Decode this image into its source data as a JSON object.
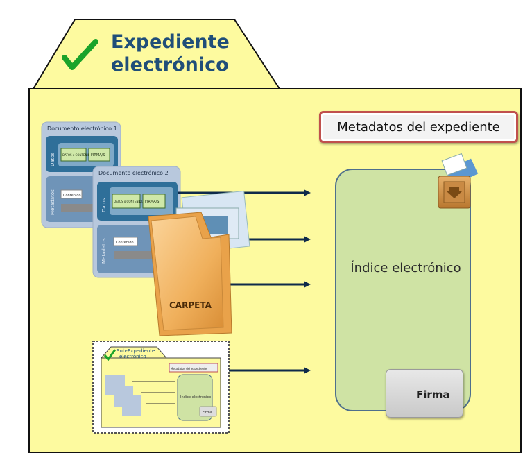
{
  "header": {
    "check_icon": "check-icon",
    "title_line1": "Expediente",
    "title_line2": "electrónico"
  },
  "metadata_box": {
    "label": "Metadatos del expediente"
  },
  "index": {
    "label": "Índice electrónico"
  },
  "signature": {
    "label": "Firma",
    "icon": "padlock-icon"
  },
  "documents": [
    {
      "title": "Documento electrónico 1",
      "data_section": "Datos",
      "metadata_section": "Metadatos",
      "content_label": "DATOS o CONTENIDO",
      "signature_label": "FIRMA/S",
      "contents_label": "Contenido"
    },
    {
      "title": "Documento electrónico 2",
      "data_section": "Datos",
      "metadata_section": "Metadatos",
      "content_label": "DATOS o CONTENIDO",
      "signature_label": "FIRMA/S",
      "contents_label": "Contenido"
    }
  ],
  "folder": {
    "label": "CARPETA"
  },
  "sub_expediente": {
    "title_line1": "Sub-Expediente",
    "title_line2": "electrónico",
    "meta_label": "Metadatos del expediente",
    "index_label": "Índice electrónico",
    "firma_label": "Firma"
  },
  "colors": {
    "folder_fill": "#fdfa9f",
    "index_fill": "#cfe3a4",
    "index_border": "#4e6f8c",
    "title_text": "#1f4e79",
    "check": "#1aa32a",
    "meta_border": "#c0504d",
    "doc_panel": "#b8c8dd",
    "doc_dark": "#2f6f99",
    "arrow": "#0f2a4a"
  }
}
